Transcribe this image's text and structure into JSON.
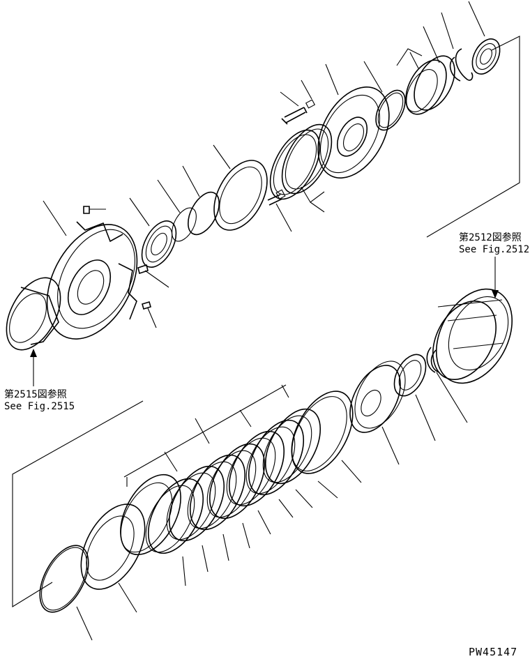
{
  "references": {
    "fig_2512": {
      "jp": "第2512図参照",
      "en": "See Fig.2512"
    },
    "fig_2515": {
      "jp": "第2515図参照",
      "en": "See Fig.2515"
    }
  },
  "drawing_code": "PW45147"
}
